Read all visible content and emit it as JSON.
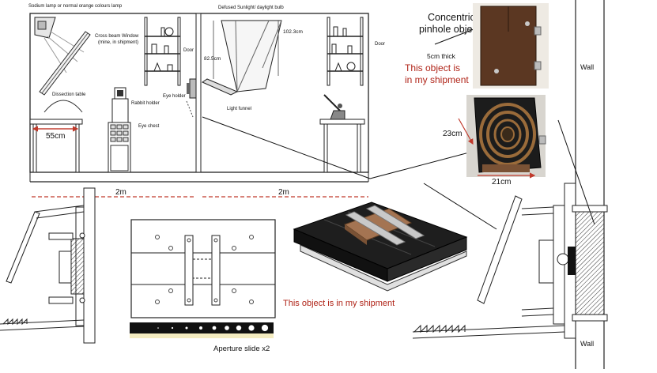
{
  "room": {
    "lamp_label": "Sodium lamp or normal orange colours lamp",
    "window_label_1": "Cross beam Window",
    "window_label_2": "(mine, in shipment)",
    "dissection_table": "Dissection table",
    "table_width": "55cm",
    "rabbit_holder": "Rabbit holder",
    "eye_chest": "Eye chest",
    "door_left": "Door",
    "eye_holder": "Eye holder",
    "bulb_label": "Defused Sunlight/ daylight bulb",
    "height_1": "102.3cm",
    "height_2": "82.5cm",
    "light_funnel": "Light funnel",
    "door_right": "Door"
  },
  "dimensions": {
    "left_width": "2m",
    "right_width": "2m"
  },
  "pinhole": {
    "title_1": "Concentric",
    "title_2": "pinhole object",
    "thickness": "5cm thick",
    "shipment_1": "This object is",
    "shipment_2": "in my shipment",
    "height": "23cm",
    "width": "21cm"
  },
  "wall": {
    "top": "Wall",
    "bottom": "Wall"
  },
  "aperture": {
    "caption": "Aperture slide  x2"
  },
  "box": {
    "shipment": "This object is in my shipment"
  }
}
